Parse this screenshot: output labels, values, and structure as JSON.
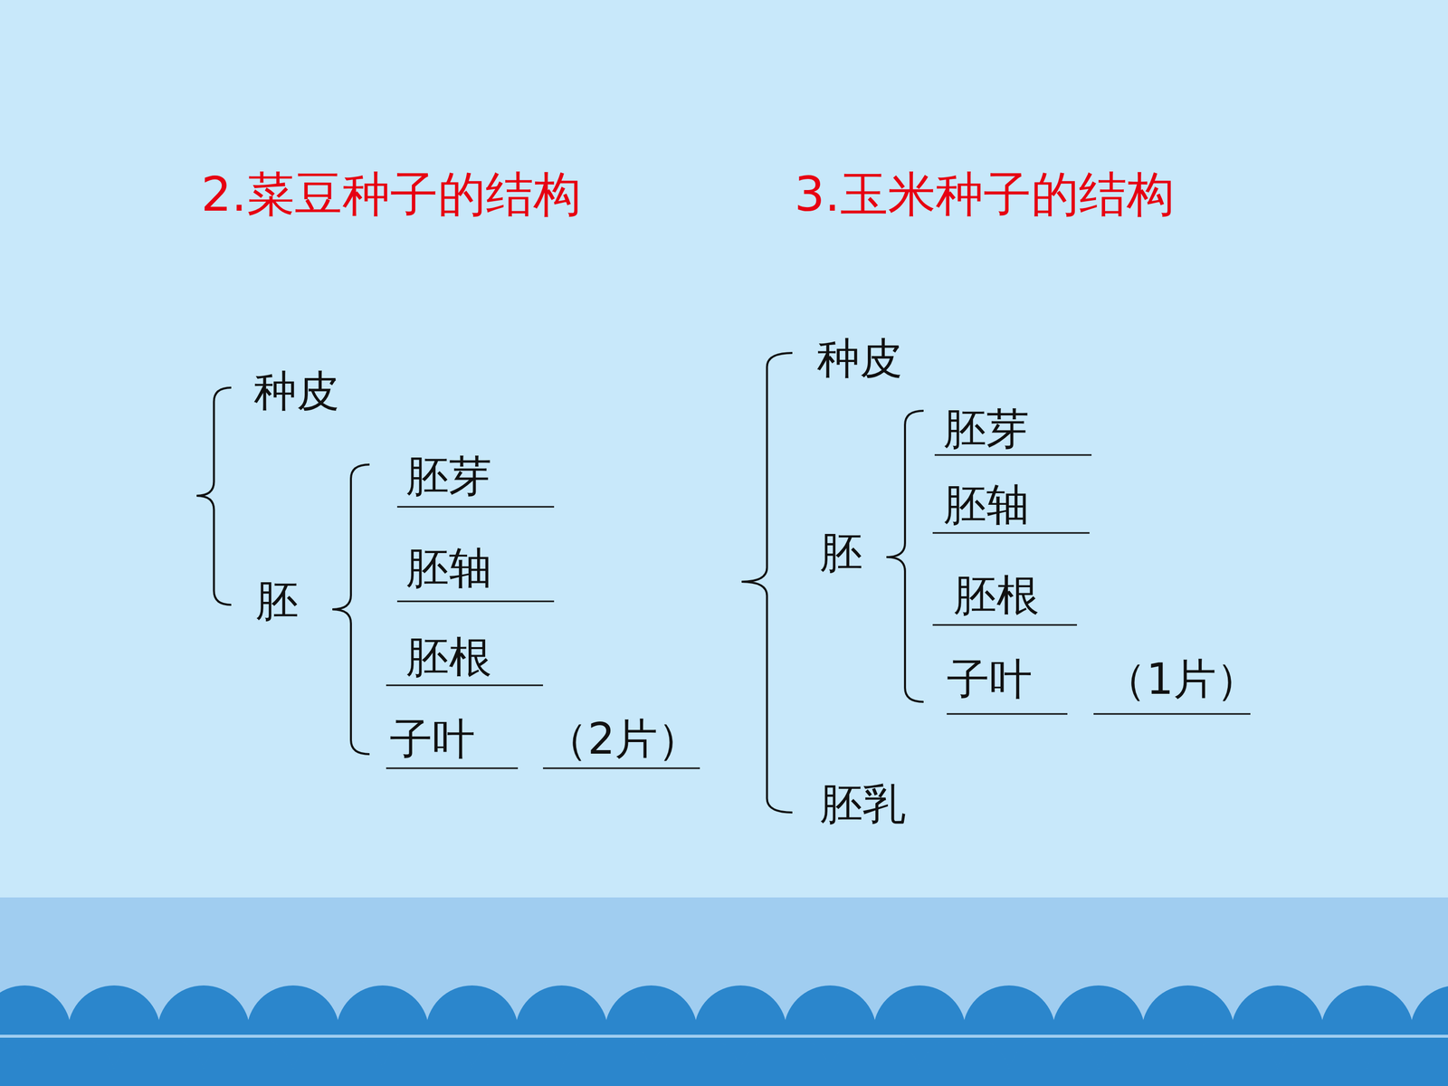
{
  "diagram": {
    "labels": [
      "2.菜豆种子的结构",
      "3.玉米种子的结构",
      "种皮",
      "胚",
      "胚芽",
      "胚轴",
      "胚根",
      "子叶",
      "（2片）",
      "种皮",
      "胚",
      "胚芽",
      "胚轴",
      "胚根",
      "子叶",
      "（1片）",
      "胚乳"
    ]
  }
}
